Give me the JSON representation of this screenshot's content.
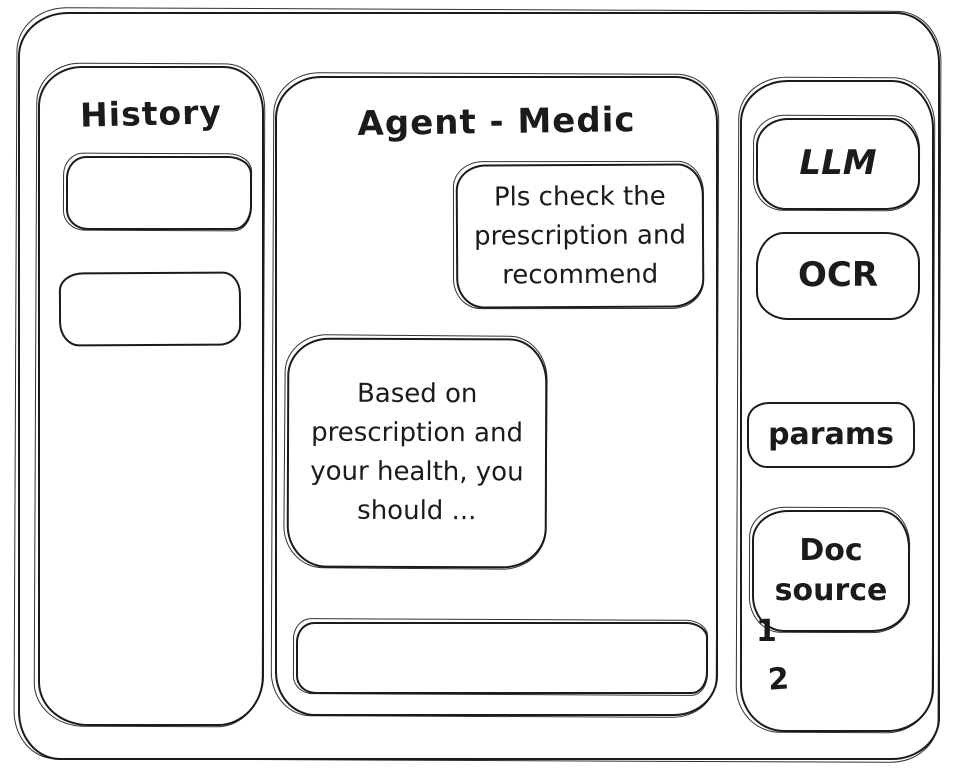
{
  "window": {
    "title": "Agent - Medic"
  },
  "history_panel": {
    "title": "History",
    "items": [
      {
        "label": ""
      },
      {
        "label": ""
      }
    ]
  },
  "chat": {
    "messages": [
      {
        "role": "user",
        "text": "Pls check the prescription and recommend"
      },
      {
        "role": "assistant",
        "text": "Based on prescription and your health, you should ..."
      }
    ],
    "input": {
      "value": "",
      "placeholder": ""
    }
  },
  "tools_panel": {
    "buttons": [
      {
        "label": "LLM"
      },
      {
        "label": "OCR"
      },
      {
        "label": "params"
      },
      {
        "label": "Doc source"
      }
    ],
    "doc_source_items": [
      "1",
      "2"
    ]
  },
  "colors": {
    "stroke": "#1b1b1b",
    "background": "#ffffff"
  }
}
